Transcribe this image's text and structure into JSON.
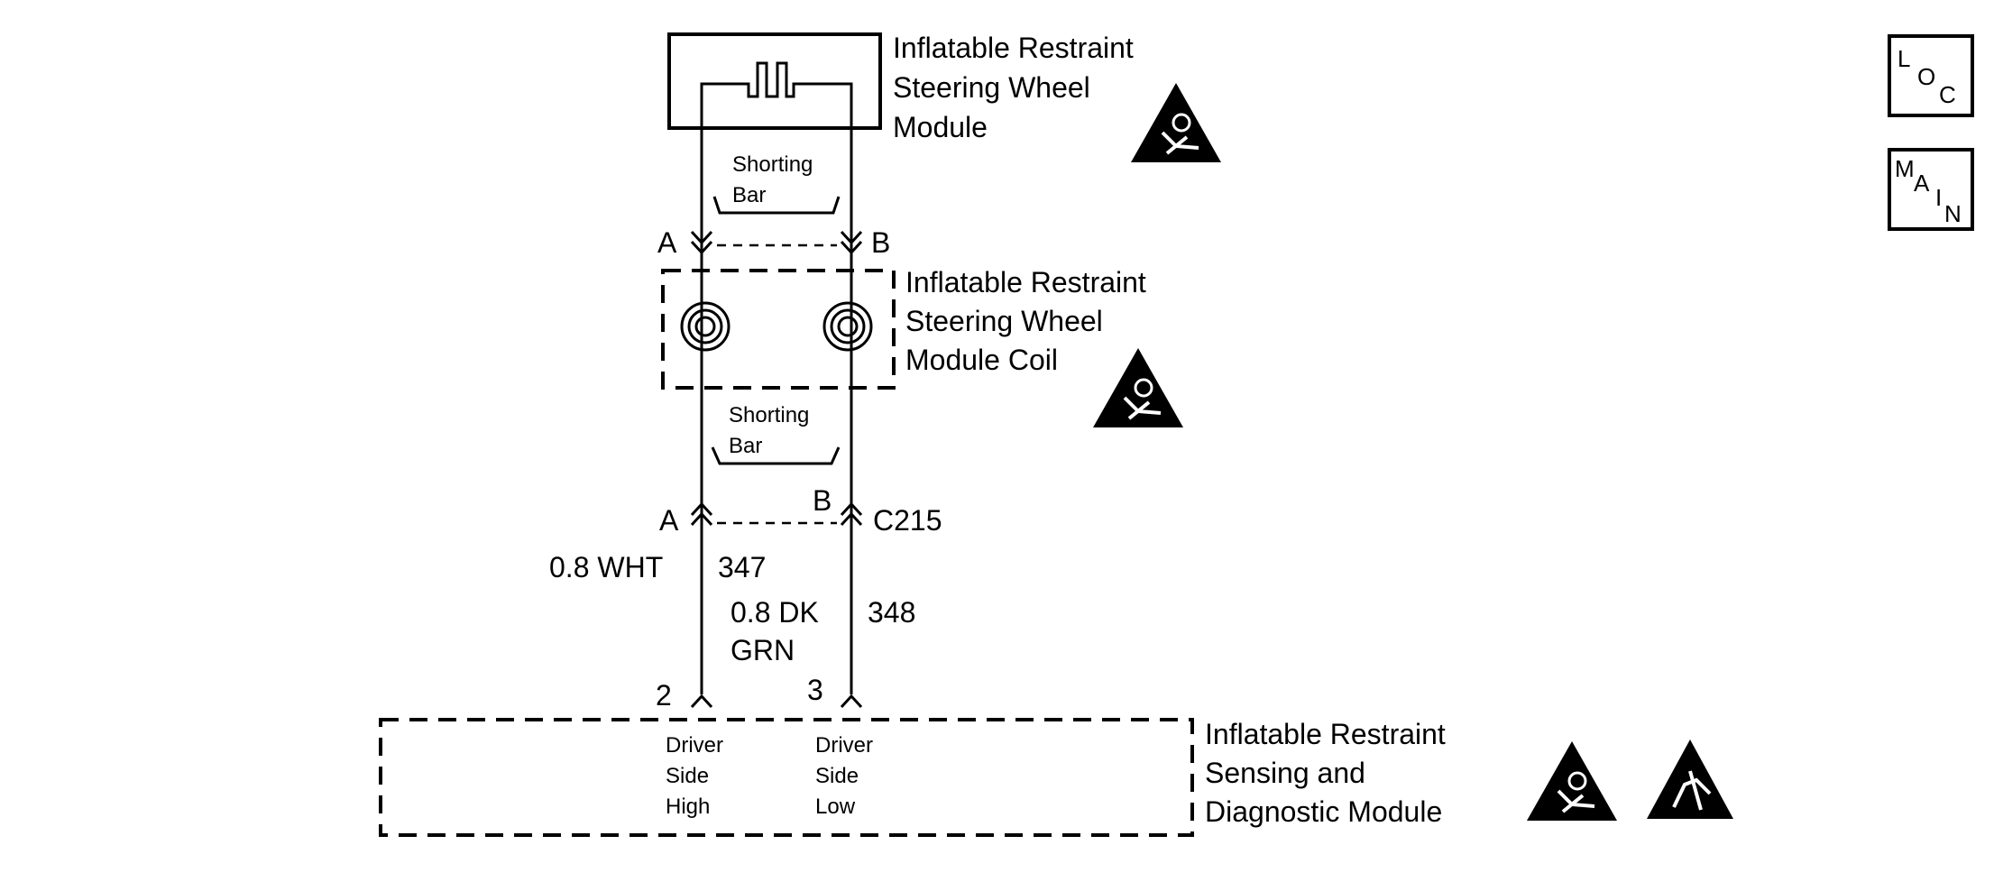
{
  "components": {
    "steering_module": {
      "line1": "Inflatable Restraint",
      "line2": "Steering Wheel",
      "line3": "Module"
    },
    "coil": {
      "line1": "Inflatable Restraint",
      "line2": "Steering Wheel",
      "line3": "Module Coil"
    },
    "sdm": {
      "line1": "Inflatable Restraint",
      "line2": "Sensing and",
      "line3": "Diagnostic Module"
    }
  },
  "shorting_bar": {
    "line1": "Shorting",
    "line2": "Bar"
  },
  "pins": {
    "a": "A",
    "b": "B"
  },
  "connector": {
    "name": "C215"
  },
  "wires": [
    {
      "gauge_color": "0.8 WHT",
      "circuit": "347"
    },
    {
      "gauge_color_line1": "0.8 DK",
      "gauge_color_line2": "GRN",
      "circuit": "348"
    }
  ],
  "sdm_pins": [
    {
      "number": "2",
      "line1": "Driver",
      "line2": "Side",
      "line3": "High"
    },
    {
      "number": "3",
      "line1": "Driver",
      "line2": "Side",
      "line3": "Low"
    }
  ],
  "nav": {
    "loc": {
      "l1": "L",
      "l2": "O",
      "l3": "C"
    },
    "main": {
      "l1": "M",
      "l2": "A",
      "l3": "I",
      "l4": "N"
    }
  },
  "icons": [
    "airbag-warning-icon",
    "airbag-warning-icon",
    "airbag-warning-icon",
    "esd-warning-icon"
  ]
}
